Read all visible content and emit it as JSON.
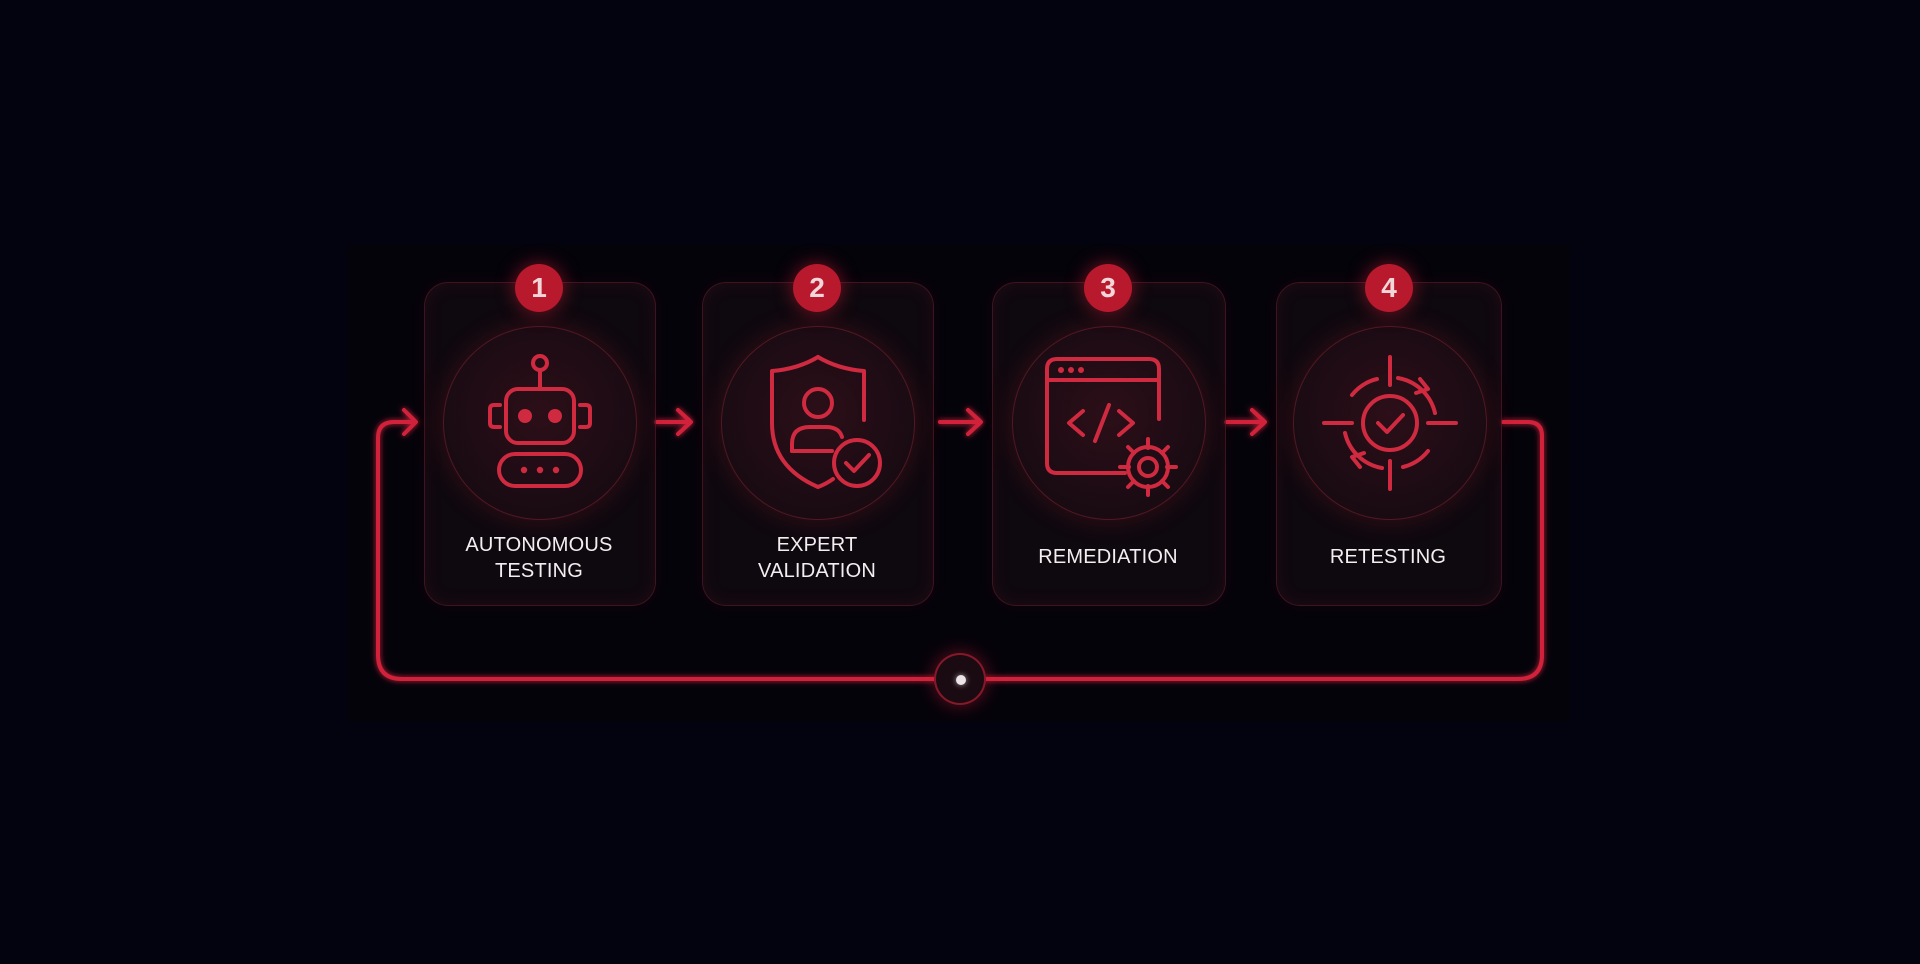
{
  "colors": {
    "background": "#03030f",
    "accent": "#d2233b",
    "badge": "#b8192c",
    "text": "#f4eef0"
  },
  "steps": [
    {
      "number": "1",
      "label_lines": [
        "AUTONOMOUS",
        "TESTING"
      ],
      "icon": "robot-icon"
    },
    {
      "number": "2",
      "label_lines": [
        "EXPERT",
        "VALIDATION"
      ],
      "icon": "shield-user-check-icon"
    },
    {
      "number": "3",
      "label_lines": [
        "REMEDIATION"
      ],
      "icon": "code-window-gear-icon"
    },
    {
      "number": "4",
      "label_lines": [
        "RETESTING"
      ],
      "icon": "cycle-target-check-icon"
    }
  ]
}
